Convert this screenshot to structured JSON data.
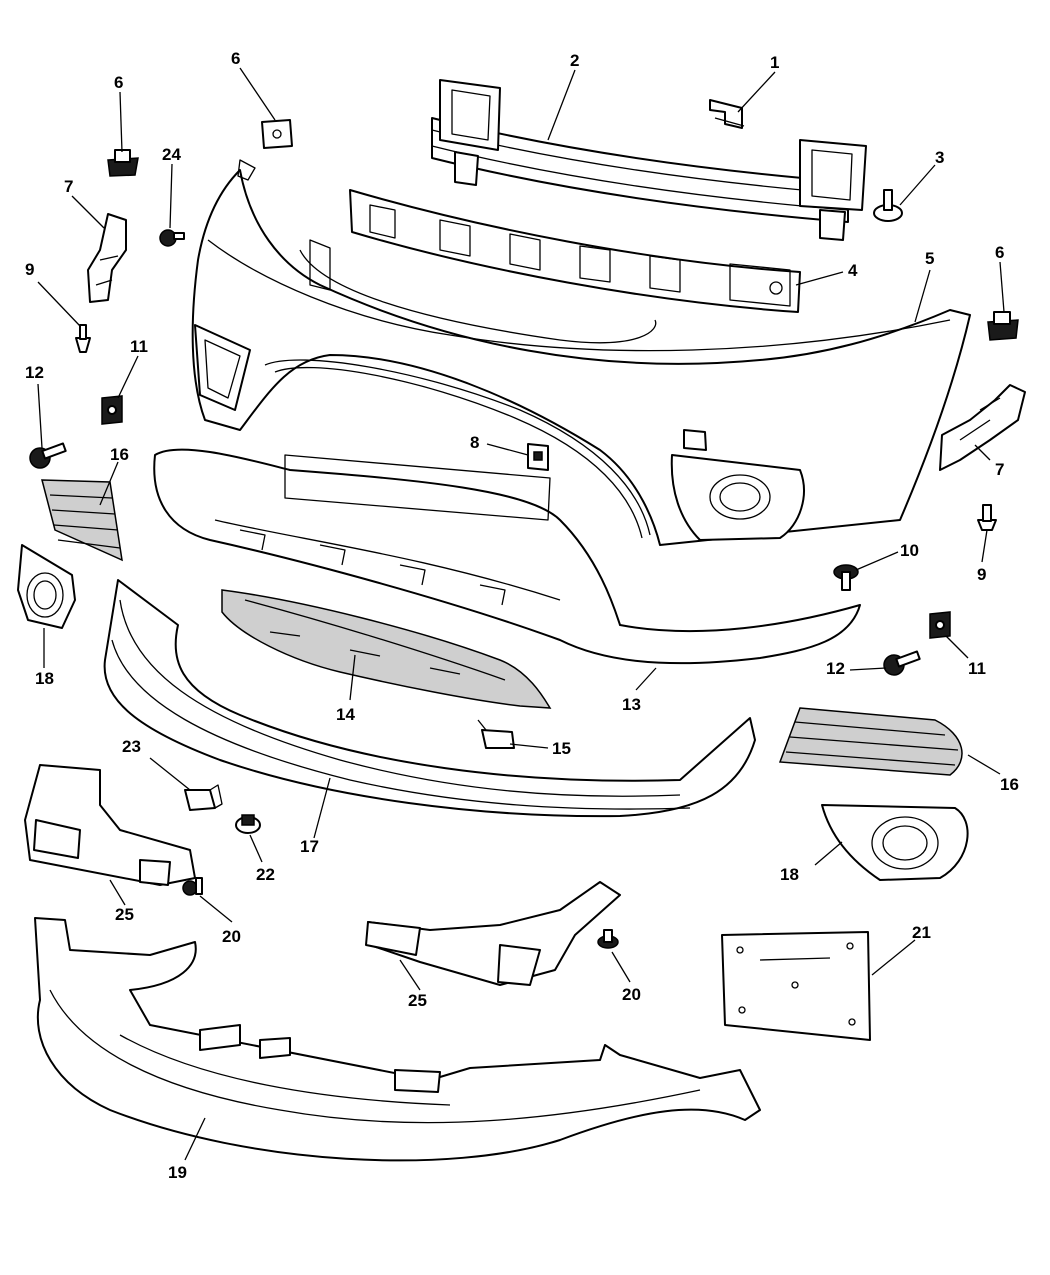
{
  "callouts": {
    "c1": "1",
    "c2": "2",
    "c3": "3",
    "c4": "4",
    "c5": "5",
    "c6a": "6",
    "c6b": "6",
    "c6c": "6",
    "c7a": "7",
    "c7b": "7",
    "c8": "8",
    "c9a": "9",
    "c9b": "9",
    "c10": "10",
    "c11a": "11",
    "c11b": "11",
    "c12a": "12",
    "c12b": "12",
    "c13": "13",
    "c14": "14",
    "c15": "15",
    "c16a": "16",
    "c16b": "16",
    "c17": "17",
    "c18a": "18",
    "c18b": "18",
    "c19": "19",
    "c20a": "20",
    "c20b": "20",
    "c21": "21",
    "c22": "22",
    "c23": "23",
    "c24": "24",
    "c25a": "25",
    "c25b": "25"
  }
}
